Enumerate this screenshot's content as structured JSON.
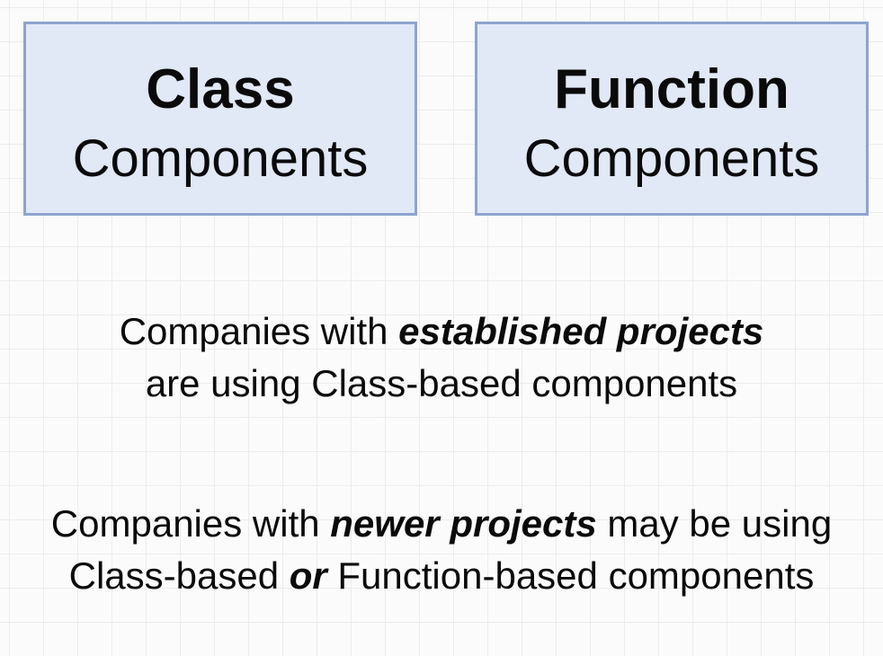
{
  "boxes": {
    "class": {
      "title": "Class",
      "subtitle": "Components"
    },
    "function": {
      "title": "Function",
      "subtitle": "Components"
    }
  },
  "statements": {
    "established": {
      "line1_prefix": "Companies with ",
      "line1_emphasis": "established projects",
      "line2": "are using Class-based components"
    },
    "newer": {
      "prefix": "Companies with ",
      "emphasis1": "newer projects",
      "middle": " may be using Class-based ",
      "emphasis2": "or",
      "suffix": " Function-based components"
    }
  }
}
